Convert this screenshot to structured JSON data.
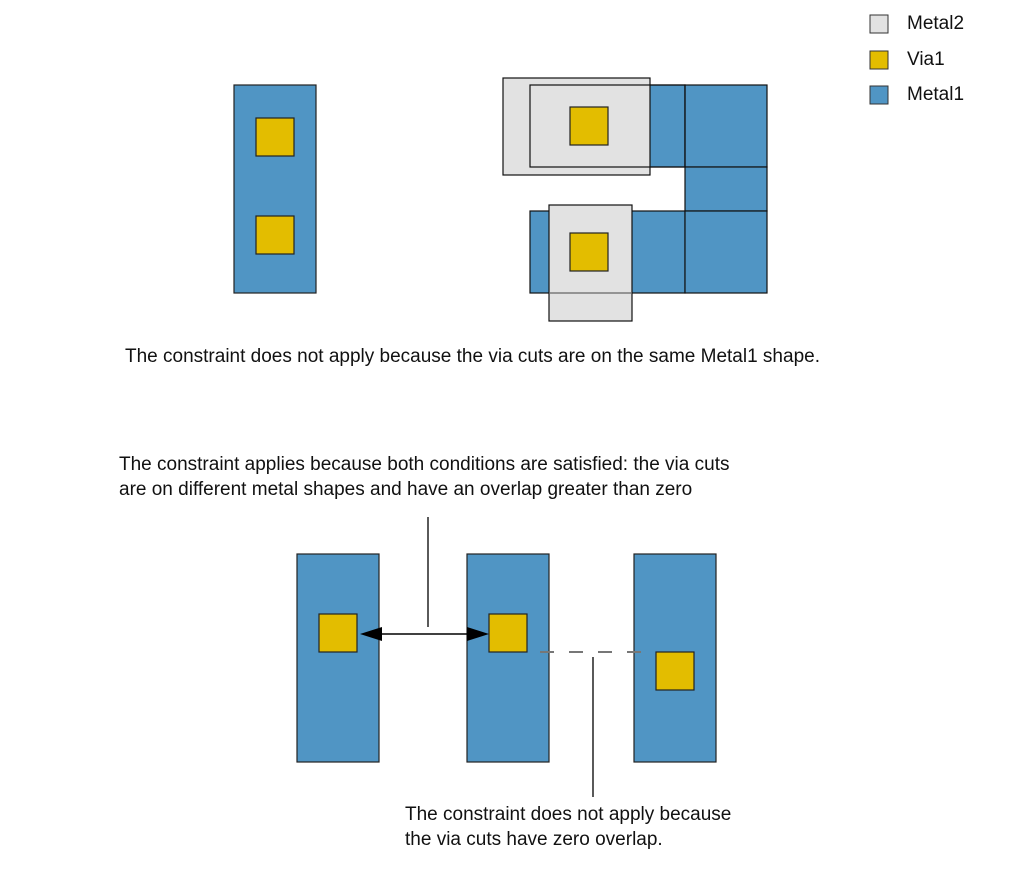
{
  "colors": {
    "metal1": "#5095c4",
    "metal2": "#e2e2e2",
    "via1": "#e3bd00",
    "outline": "#111111",
    "dashed": "#777777"
  },
  "legend": {
    "items": [
      {
        "name": "Metal2",
        "color": "#e2e2e2"
      },
      {
        "name": "Via1",
        "color": "#e3bd00"
      },
      {
        "name": "Metal1",
        "color": "#5095c4"
      }
    ]
  },
  "captions": {
    "top": "The constraint does not apply because the via cuts are on the same Metal1 shape.",
    "middle_line1": "The constraint applies because both conditions are satisfied: the via cuts",
    "middle_line2": "are on different metal shapes and have an overlap greater than zero",
    "bottom_line1": "The constraint does not apply because",
    "bottom_line2": "the via cuts have zero overlap."
  }
}
